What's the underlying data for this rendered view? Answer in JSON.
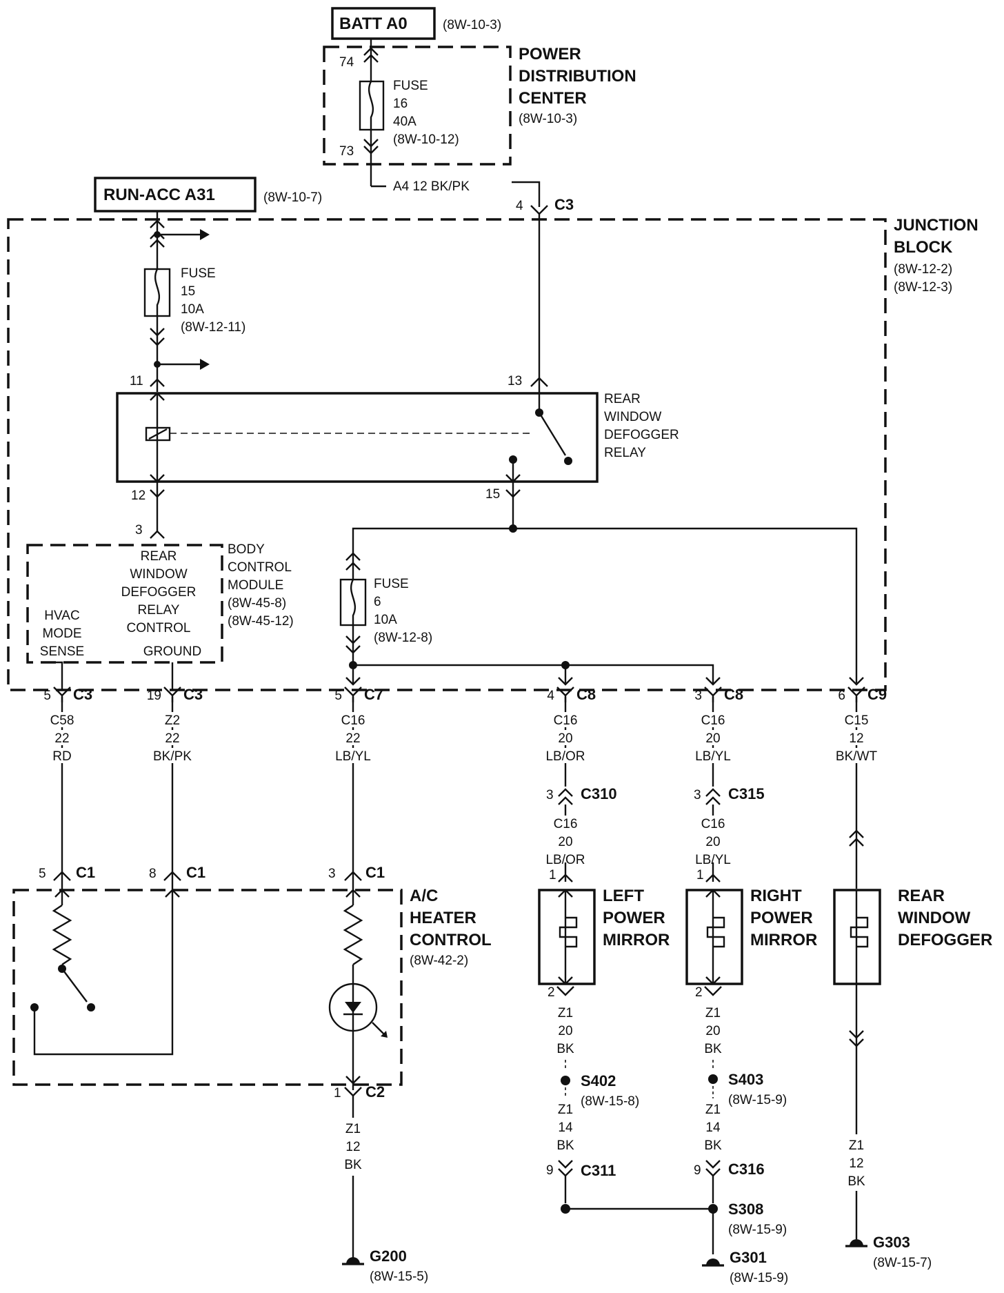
{
  "batt": {
    "label": "BATT A0",
    "ref": "(8W-10-3)"
  },
  "pdc": {
    "lines": [
      "POWER",
      "DISTRIBUTION",
      "CENTER"
    ],
    "ref": "(8W-10-3)",
    "pin_in": "74",
    "pin_out": "73"
  },
  "fuse16": {
    "lines": [
      "FUSE",
      "16",
      "40A",
      "(8W-10-12)"
    ]
  },
  "wire_a4": {
    "label": "A4   12 BK/PK"
  },
  "run_acc": {
    "label": "RUN-ACC A31",
    "ref": "(8W-10-7)"
  },
  "c3_top": {
    "pin": "4",
    "conn": "C3"
  },
  "junction_block": {
    "lines": [
      "JUNCTION",
      "BLOCK"
    ],
    "refs": [
      "(8W-12-2)",
      "(8W-12-3)"
    ]
  },
  "fuse15": {
    "lines": [
      "FUSE",
      "15",
      "10A",
      "(8W-12-11)"
    ]
  },
  "relay": {
    "lines": [
      "REAR",
      "WINDOW",
      "DEFOGGER",
      "RELAY"
    ],
    "pins": {
      "p11": "11",
      "p13": "13",
      "p12": "12",
      "p15": "15"
    }
  },
  "bcm": {
    "pin_top": "3",
    "title_lines": [
      "BODY",
      "CONTROL",
      "MODULE",
      "(8W-45-8)",
      "(8W-45-12)"
    ],
    "func_lines": [
      "REAR",
      "WINDOW",
      "DEFOGGER",
      "RELAY",
      "CONTROL"
    ],
    "hvac_lines": [
      "HVAC",
      "MODE",
      "SENSE"
    ],
    "ground": "GROUND"
  },
  "fuse6": {
    "lines": [
      "FUSE",
      "6",
      "10A",
      "(8W-12-8)"
    ]
  },
  "jb_connectors": [
    {
      "pin": "5",
      "conn": "C3"
    },
    {
      "pin": "19",
      "conn": "C3"
    },
    {
      "pin": "5",
      "conn": "C7"
    },
    {
      "pin": "4",
      "conn": "C8"
    },
    {
      "pin": "3",
      "conn": "C8"
    },
    {
      "pin": "6",
      "conn": "C9"
    }
  ],
  "wires": [
    {
      "lines": [
        "C58",
        "22",
        "RD"
      ]
    },
    {
      "lines": [
        "Z2",
        "22",
        "BK/PK"
      ]
    },
    {
      "lines": [
        "C16",
        "22",
        "LB/YL"
      ]
    },
    {
      "lines": [
        "C16",
        "20",
        "LB/OR"
      ]
    },
    {
      "lines": [
        "C16",
        "20",
        "LB/YL"
      ]
    },
    {
      "lines": [
        "C15",
        "12",
        "BK/WT"
      ]
    }
  ],
  "inline_conns": [
    {
      "pin": "3",
      "conn": "C310"
    },
    {
      "pin": "3",
      "conn": "C315"
    }
  ],
  "wires_mid": [
    {
      "lines": [
        "C16",
        "20",
        "LB/OR"
      ]
    },
    {
      "lines": [
        "C16",
        "20",
        "LB/YL"
      ]
    }
  ],
  "ac_heater": {
    "lines": [
      "A/C",
      "HEATER",
      "CONTROL"
    ],
    "ref": "(8W-42-2)",
    "c1": [
      {
        "pin": "5",
        "conn": "C1"
      },
      {
        "pin": "8",
        "conn": "C1"
      },
      {
        "pin": "3",
        "conn": "C1"
      }
    ],
    "c2": {
      "pin": "1",
      "conn": "C2"
    }
  },
  "left_mirror": {
    "lines": [
      "LEFT",
      "POWER",
      "MIRROR"
    ],
    "pin_top": "1",
    "pin_bot": "2"
  },
  "right_mirror": {
    "lines": [
      "RIGHT",
      "POWER",
      "MIRROR"
    ],
    "pin_top": "1",
    "pin_bot": "2"
  },
  "defogger": {
    "lines": [
      "REAR",
      "WINDOW",
      "DEFOGGER"
    ]
  },
  "gnd_wire_c2": {
    "lines": [
      "Z1",
      "12",
      "BK"
    ]
  },
  "gnd_wire_left": {
    "lines": [
      "Z1",
      "20",
      "BK"
    ],
    "lines2": [
      "Z1",
      "14",
      "BK"
    ]
  },
  "gnd_wire_right": {
    "lines": [
      "Z1",
      "20",
      "BK"
    ],
    "lines2": [
      "Z1",
      "14",
      "BK"
    ]
  },
  "gnd_wire_def": {
    "lines": [
      "Z1",
      "12",
      "BK"
    ]
  },
  "s402": {
    "label": "S402",
    "ref": "(8W-15-8)"
  },
  "s403": {
    "label": "S403",
    "ref": "(8W-15-9)"
  },
  "c311": {
    "pin": "9",
    "conn": "C311"
  },
  "c316": {
    "pin": "9",
    "conn": "C316"
  },
  "s308": {
    "label": "S308",
    "ref": "(8W-15-9)"
  },
  "grounds": [
    {
      "label": "G200",
      "ref": "(8W-15-5)"
    },
    {
      "label": "G301",
      "ref": "(8W-15-9)"
    },
    {
      "label": "G303",
      "ref": "(8W-15-7)"
    }
  ]
}
